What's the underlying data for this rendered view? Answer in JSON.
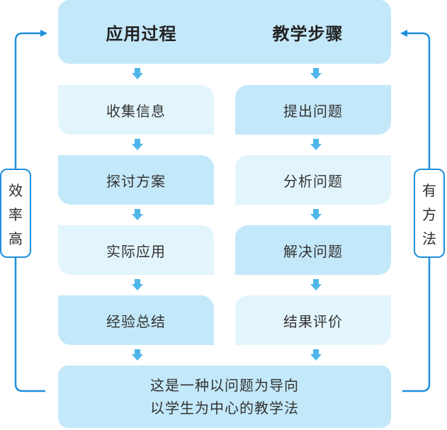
{
  "header": {
    "left_title": "应用过程",
    "right_title": "教学步骤"
  },
  "left_column": [
    "收集信息",
    "探讨方案",
    "实际应用",
    "经验总结"
  ],
  "right_column": [
    "提出问题",
    "分析问题",
    "解决问题",
    "结果评价"
  ],
  "footer": {
    "line1": "这是一种以问题为导向",
    "line2": "以学生为中心的教学法"
  },
  "left_side": [
    "效",
    "率",
    "高"
  ],
  "right_side": [
    "有",
    "方",
    "法"
  ],
  "colors": {
    "dark_box": "#c3e8f9",
    "light_box": "#e3f5fc",
    "arrow": "#4fb6ea",
    "loop_line": "#1e8fdc"
  }
}
